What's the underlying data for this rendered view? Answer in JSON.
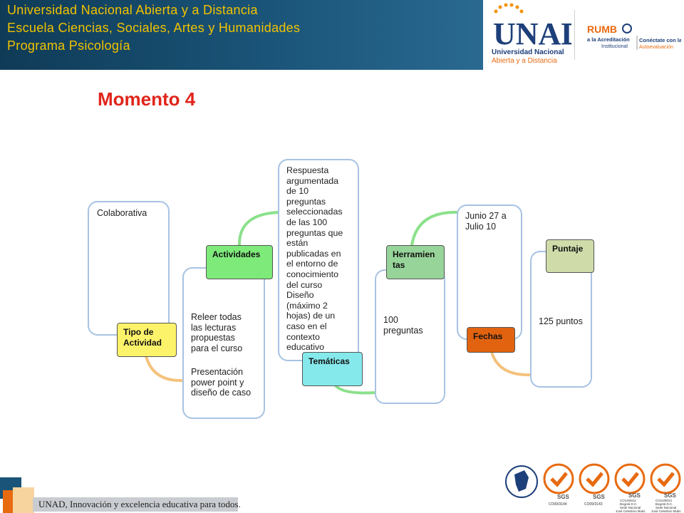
{
  "header": {
    "line1": "Universidad Nacional Abierta y a Distancia",
    "line2": "Escuela Ciencias, Sociales, Artes y Humanidades",
    "line3": "Programa Psicología"
  },
  "logos": {
    "unad_mark": "UNAD",
    "unad_name1": "Universidad Nacional",
    "unad_name2": "Abierta y a Distancia",
    "rumbo": "RUMB",
    "rumbo_line1": "a la Acreditación",
    "rumbo_line2": "Institucional",
    "conectate_line1": "Conéctate con la",
    "conectate_line2": "Autoevaluación"
  },
  "slide": {
    "title": "Momento 4"
  },
  "nodes": {
    "tipo": {
      "label": "Tipo de\nActividad",
      "content": "Colaborativa"
    },
    "actividades": {
      "label": "Actividades",
      "content1": "Releer todas\nlas lecturas\npropuestas\npara el curso",
      "content2": "Presentación\npower point y\ndiseño de caso"
    },
    "tematicas": {
      "label": "Temáticas",
      "content": "Respuesta\nargumentada\nde 10\npreguntas\nseleccionadas\nde las 100\npreguntas que\nestán\npublicadas en\nel entorno de\nconocimiento\ndel curso\nDiseño\n(máximo 2\nhojas) de un\ncaso  en el\ncontexto\neducativo"
    },
    "herramientas": {
      "label": "Herramien\ntas",
      "content": "100\npreguntas"
    },
    "fechas": {
      "label": "Fechas",
      "content": "Junio 27 a\nJulio 10"
    },
    "puntaje": {
      "label": "Puntaje",
      "content": "125 puntos"
    }
  },
  "footer": {
    "slogan": "UNAD, Innovación y excelencia educativa para todos."
  },
  "certifications": {
    "sgs": "SGS",
    "codes": [
      "CO09/3144",
      "CO09/3143",
      "CO14/6011",
      "CO14/6012"
    ],
    "cert3_lines": [
      "Bogotá D.C.",
      "Sede Nacional",
      "José Celestino Mutis"
    ],
    "cert4_lines": [
      "Bogotá D.C.",
      "Sede Nacional",
      "José Celestino Mutis"
    ]
  },
  "colors": {
    "header_bg": "#1a5478",
    "header_text": "#f2c200",
    "title": "#e0251b",
    "box_border": "#a7c3e3",
    "tipo_fill": "#fdf36a",
    "actividades_fill": "#7eea7a",
    "tematicas_fill": "#85e9ec",
    "herramientas_fill": "#97d49a",
    "fechas_fill": "#e2630f",
    "puntaje_fill": "#cfdcaa",
    "connector_orange": "#f4c27c",
    "connector_green": "#8be18b"
  }
}
